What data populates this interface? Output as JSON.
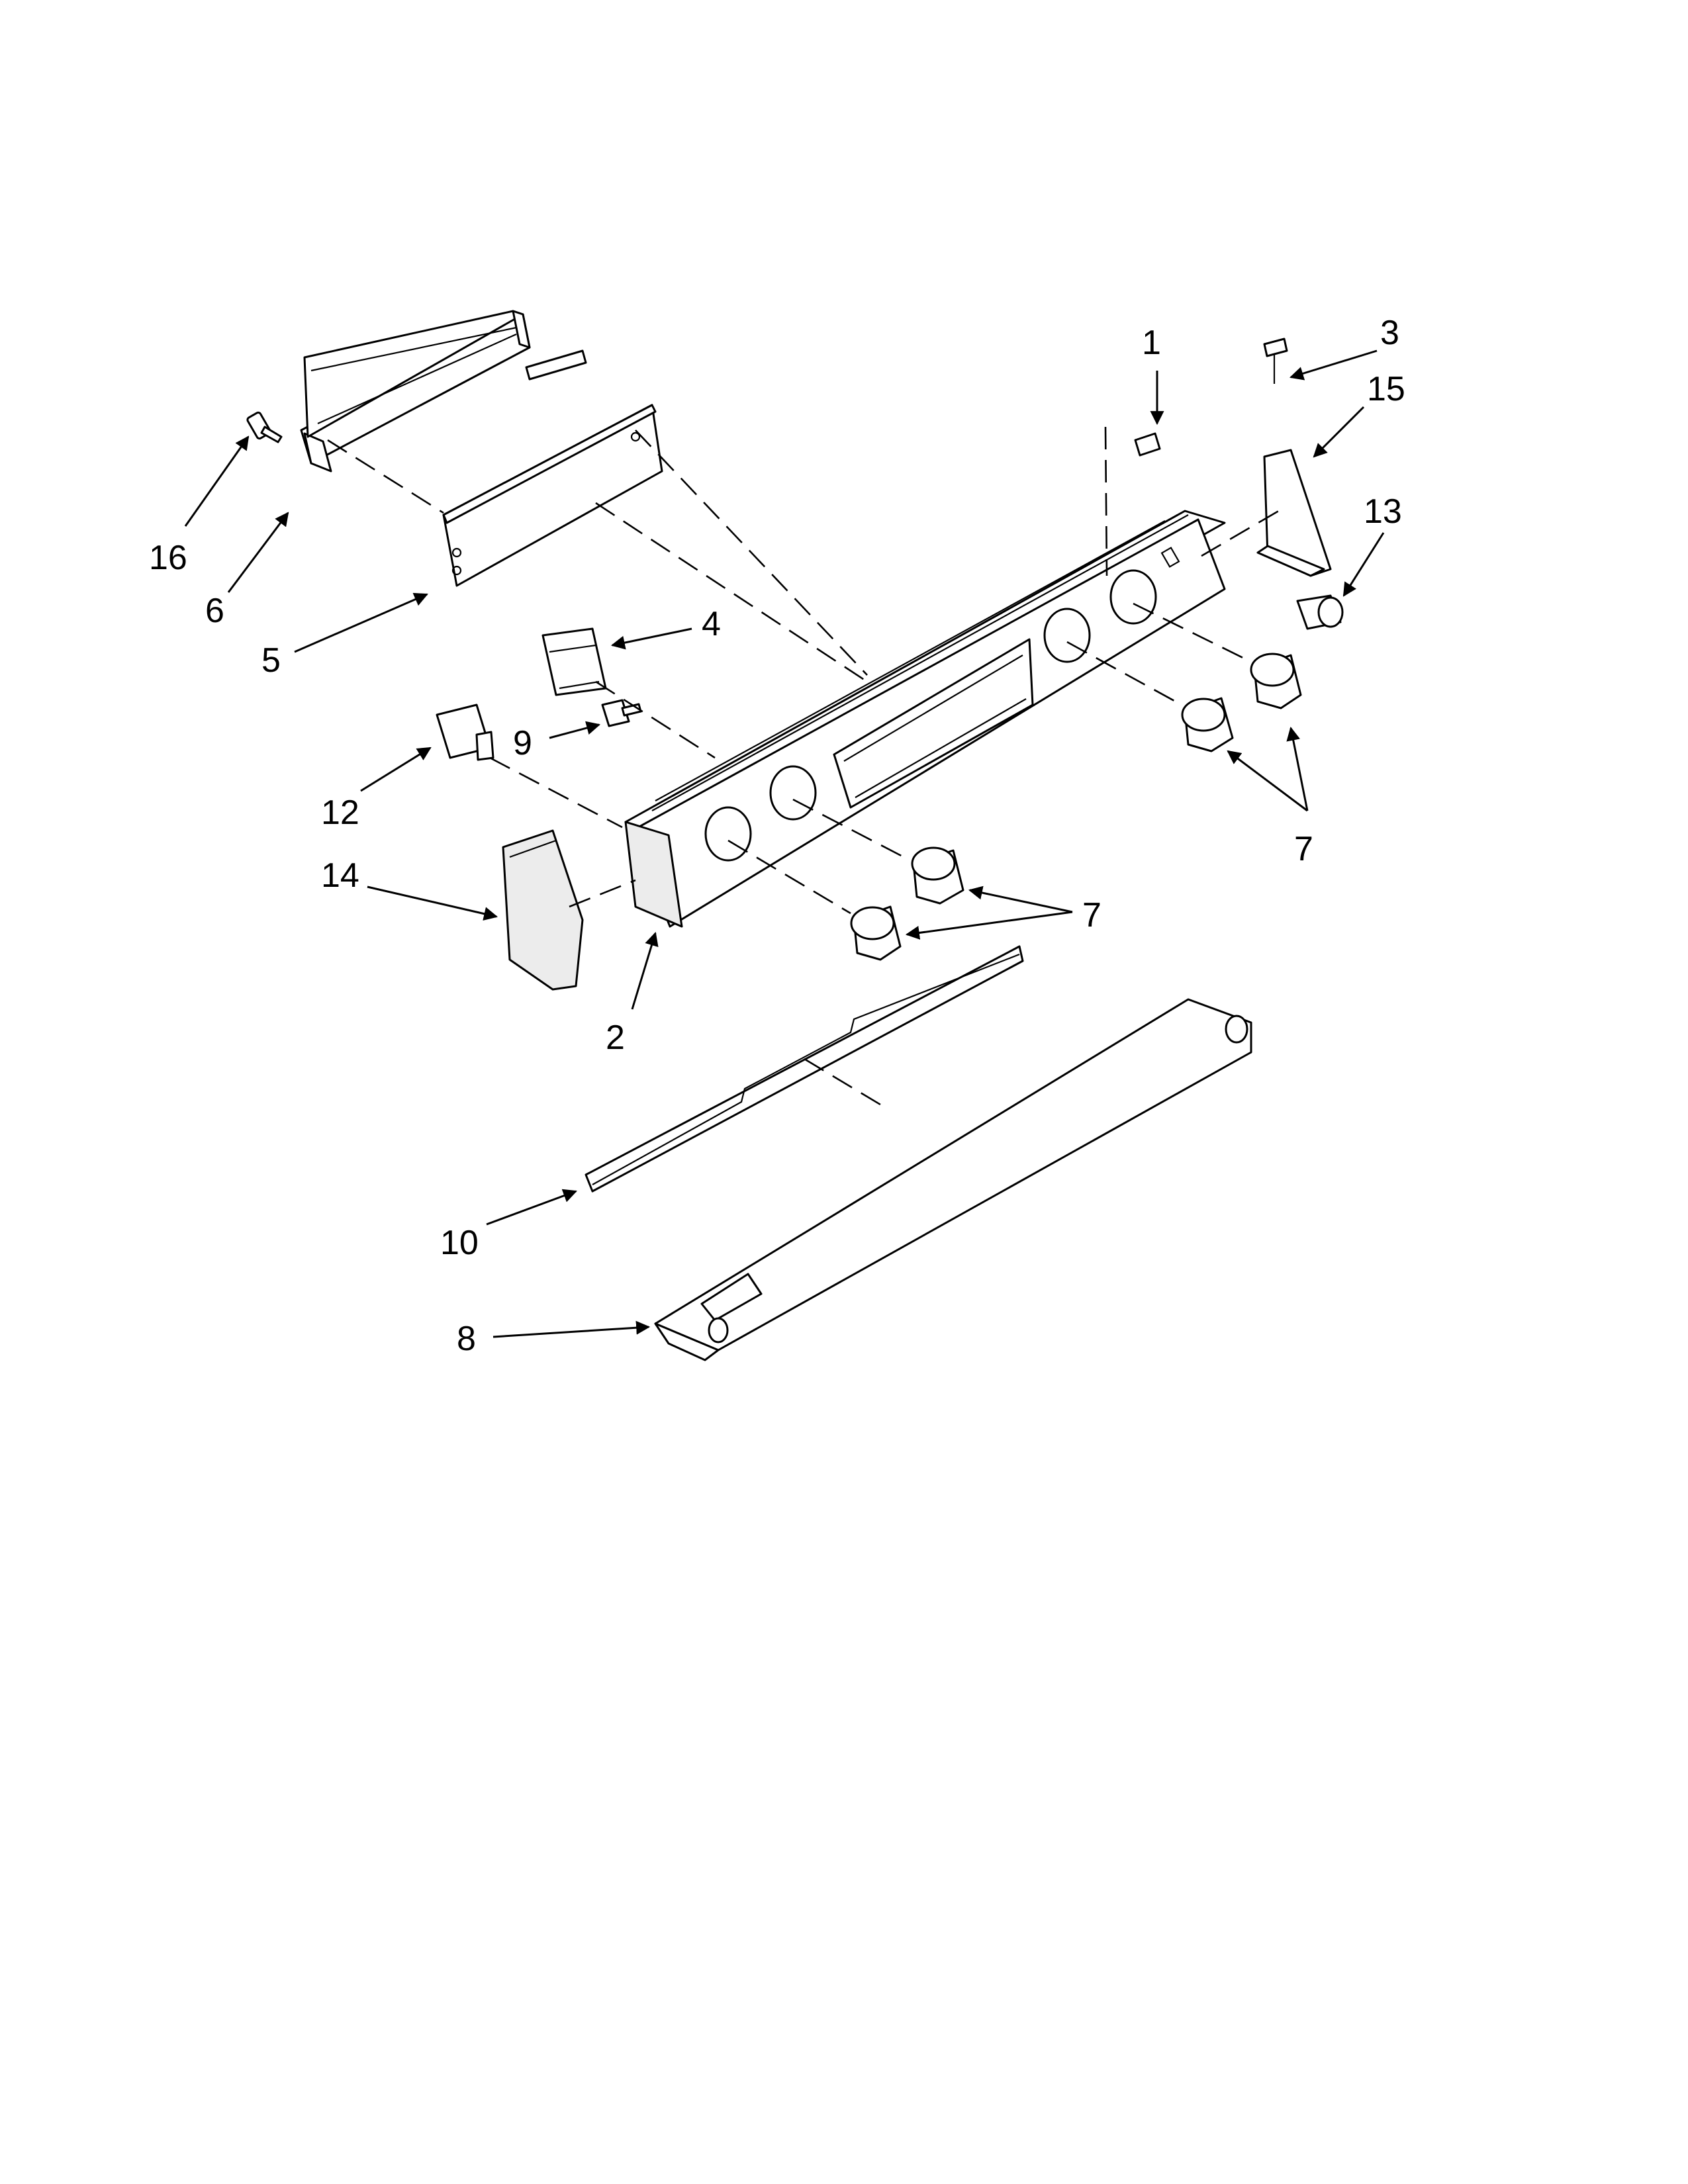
{
  "callouts": [
    {
      "id": "1",
      "label": "1"
    },
    {
      "id": "3",
      "label": "3"
    },
    {
      "id": "15",
      "label": "15"
    },
    {
      "id": "13",
      "label": "13"
    },
    {
      "id": "16",
      "label": "16"
    },
    {
      "id": "6",
      "label": "6"
    },
    {
      "id": "5",
      "label": "5"
    },
    {
      "id": "4",
      "label": "4"
    },
    {
      "id": "9",
      "label": "9"
    },
    {
      "id": "12",
      "label": "12"
    },
    {
      "id": "14",
      "label": "14"
    },
    {
      "id": "2",
      "label": "2"
    },
    {
      "id": "7a",
      "label": "7"
    },
    {
      "id": "7b",
      "label": "7"
    },
    {
      "id": "10",
      "label": "10"
    },
    {
      "id": "8",
      "label": "8"
    }
  ]
}
